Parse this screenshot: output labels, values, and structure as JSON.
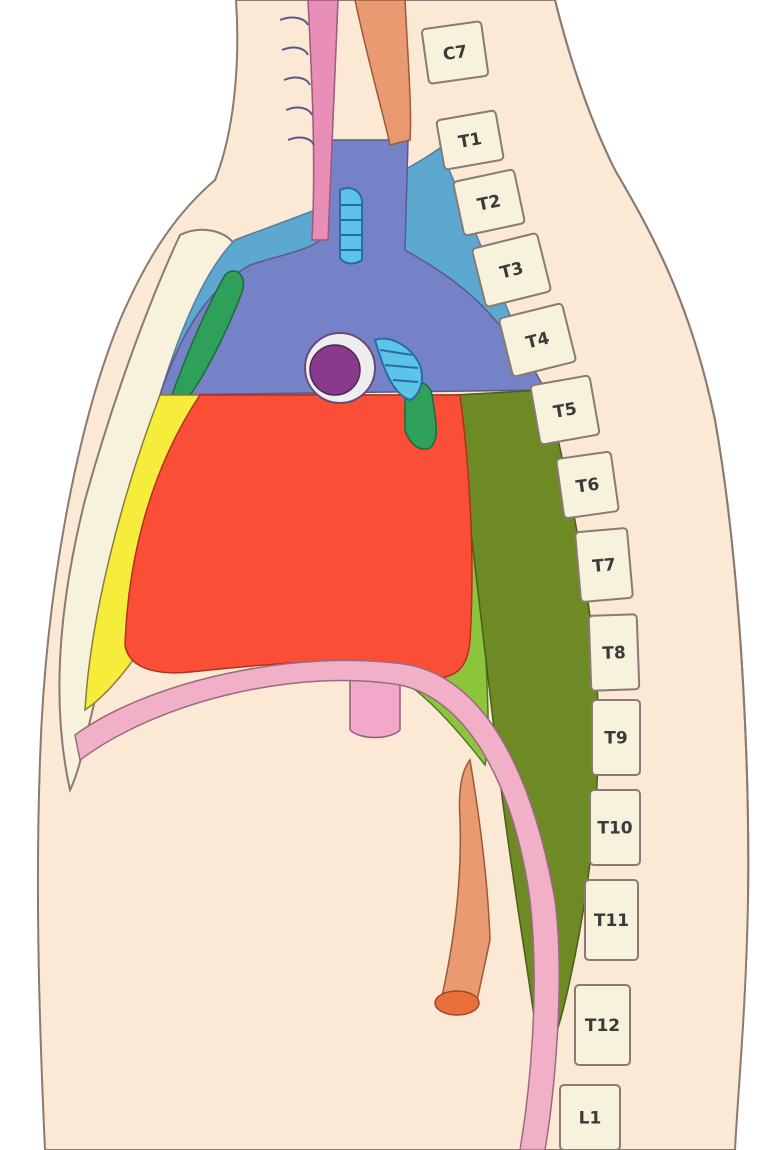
{
  "vertebrae": [
    "C7",
    "T1",
    "T2",
    "T3",
    "T4",
    "T5",
    "T6",
    "T7",
    "T8",
    "T9",
    "T10",
    "T11",
    "T12",
    "L1"
  ],
  "colors": {
    "skin": "#fbe9d6",
    "outline": "#8a7a70",
    "heart": "#fb4e36",
    "superior_mediastinum": "#7682c8",
    "superior_region_light": "#5da8d0",
    "anterior_mediastinum": "#f6ec3c",
    "middle_mediastinum": "#8cc43c",
    "posterior_mediastinum": "#6e8a24",
    "trachea": "#e98fb7",
    "esophagus": "#e99a70",
    "bone": "#f6f2dc"
  }
}
